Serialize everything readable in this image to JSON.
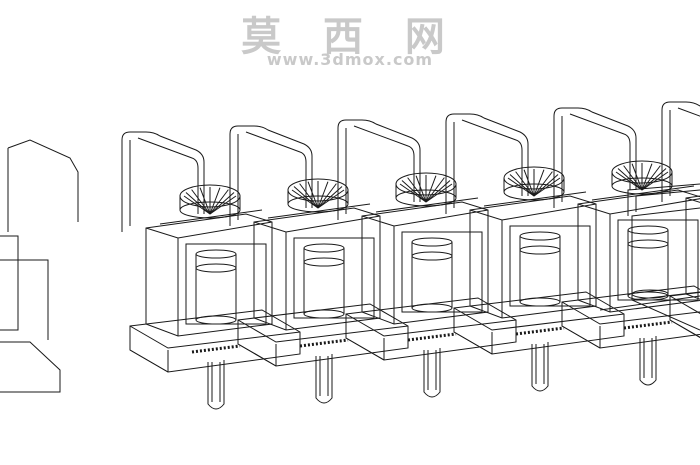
{
  "watermark": {
    "title": "莫 西 网",
    "url": "www.3dmox.com",
    "color": "#c9c9c9"
  },
  "drawing": {
    "line_color": "#1a1a1a",
    "module_count": 6
  }
}
